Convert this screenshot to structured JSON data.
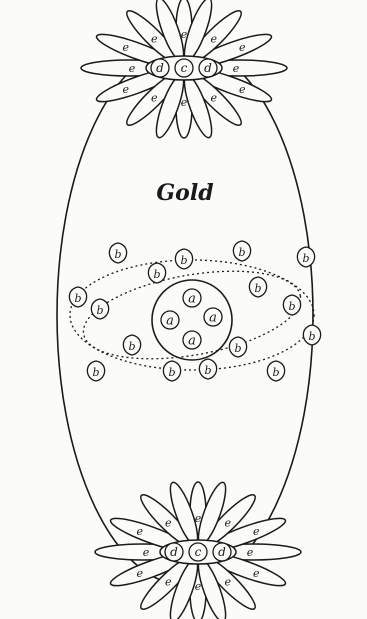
{
  "diagram": {
    "title": "Gold",
    "label_a": "a",
    "label_b": "b",
    "label_c": "c",
    "label_d": "d",
    "label_e": "e"
  }
}
